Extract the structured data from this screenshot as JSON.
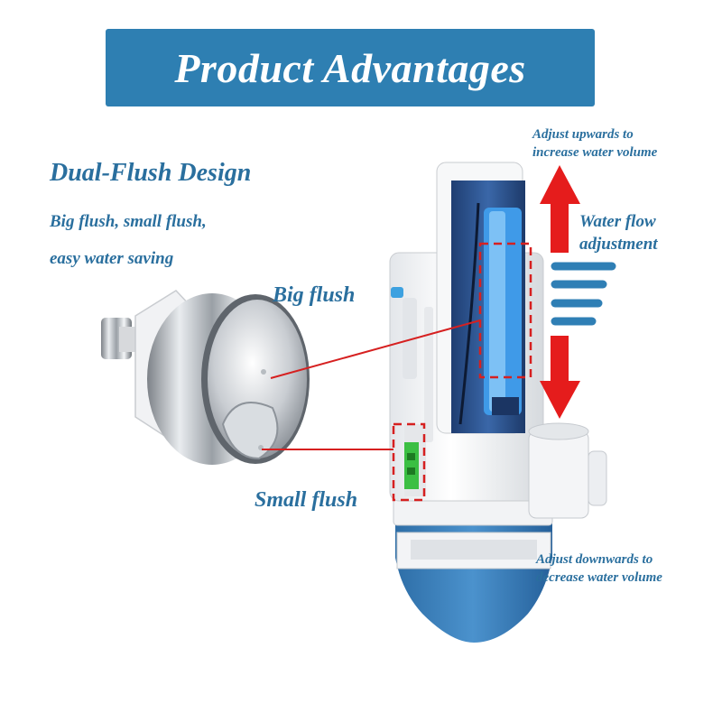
{
  "title": "Product Advantages",
  "feature": {
    "heading": "Dual-Flush Design",
    "line1": "Big flush, small flush,",
    "line2": "easy water saving"
  },
  "labels": {
    "big_flush": "Big flush",
    "small_flush": "Small flush",
    "adjust_up_1": "Adjust upwards to",
    "adjust_up_2": "increase water volume",
    "flow_1": "Water flow",
    "flow_2": "adjustment",
    "adjust_down_1": "Adjust downwards to",
    "adjust_down_2": "decrease water volume"
  },
  "colors": {
    "banner": "#2e7fb2",
    "text_blue": "#2a6f9e",
    "arrow_red": "#e51c1c",
    "dash_red": "#d62020",
    "flow_lines": "#2f7fb5"
  }
}
